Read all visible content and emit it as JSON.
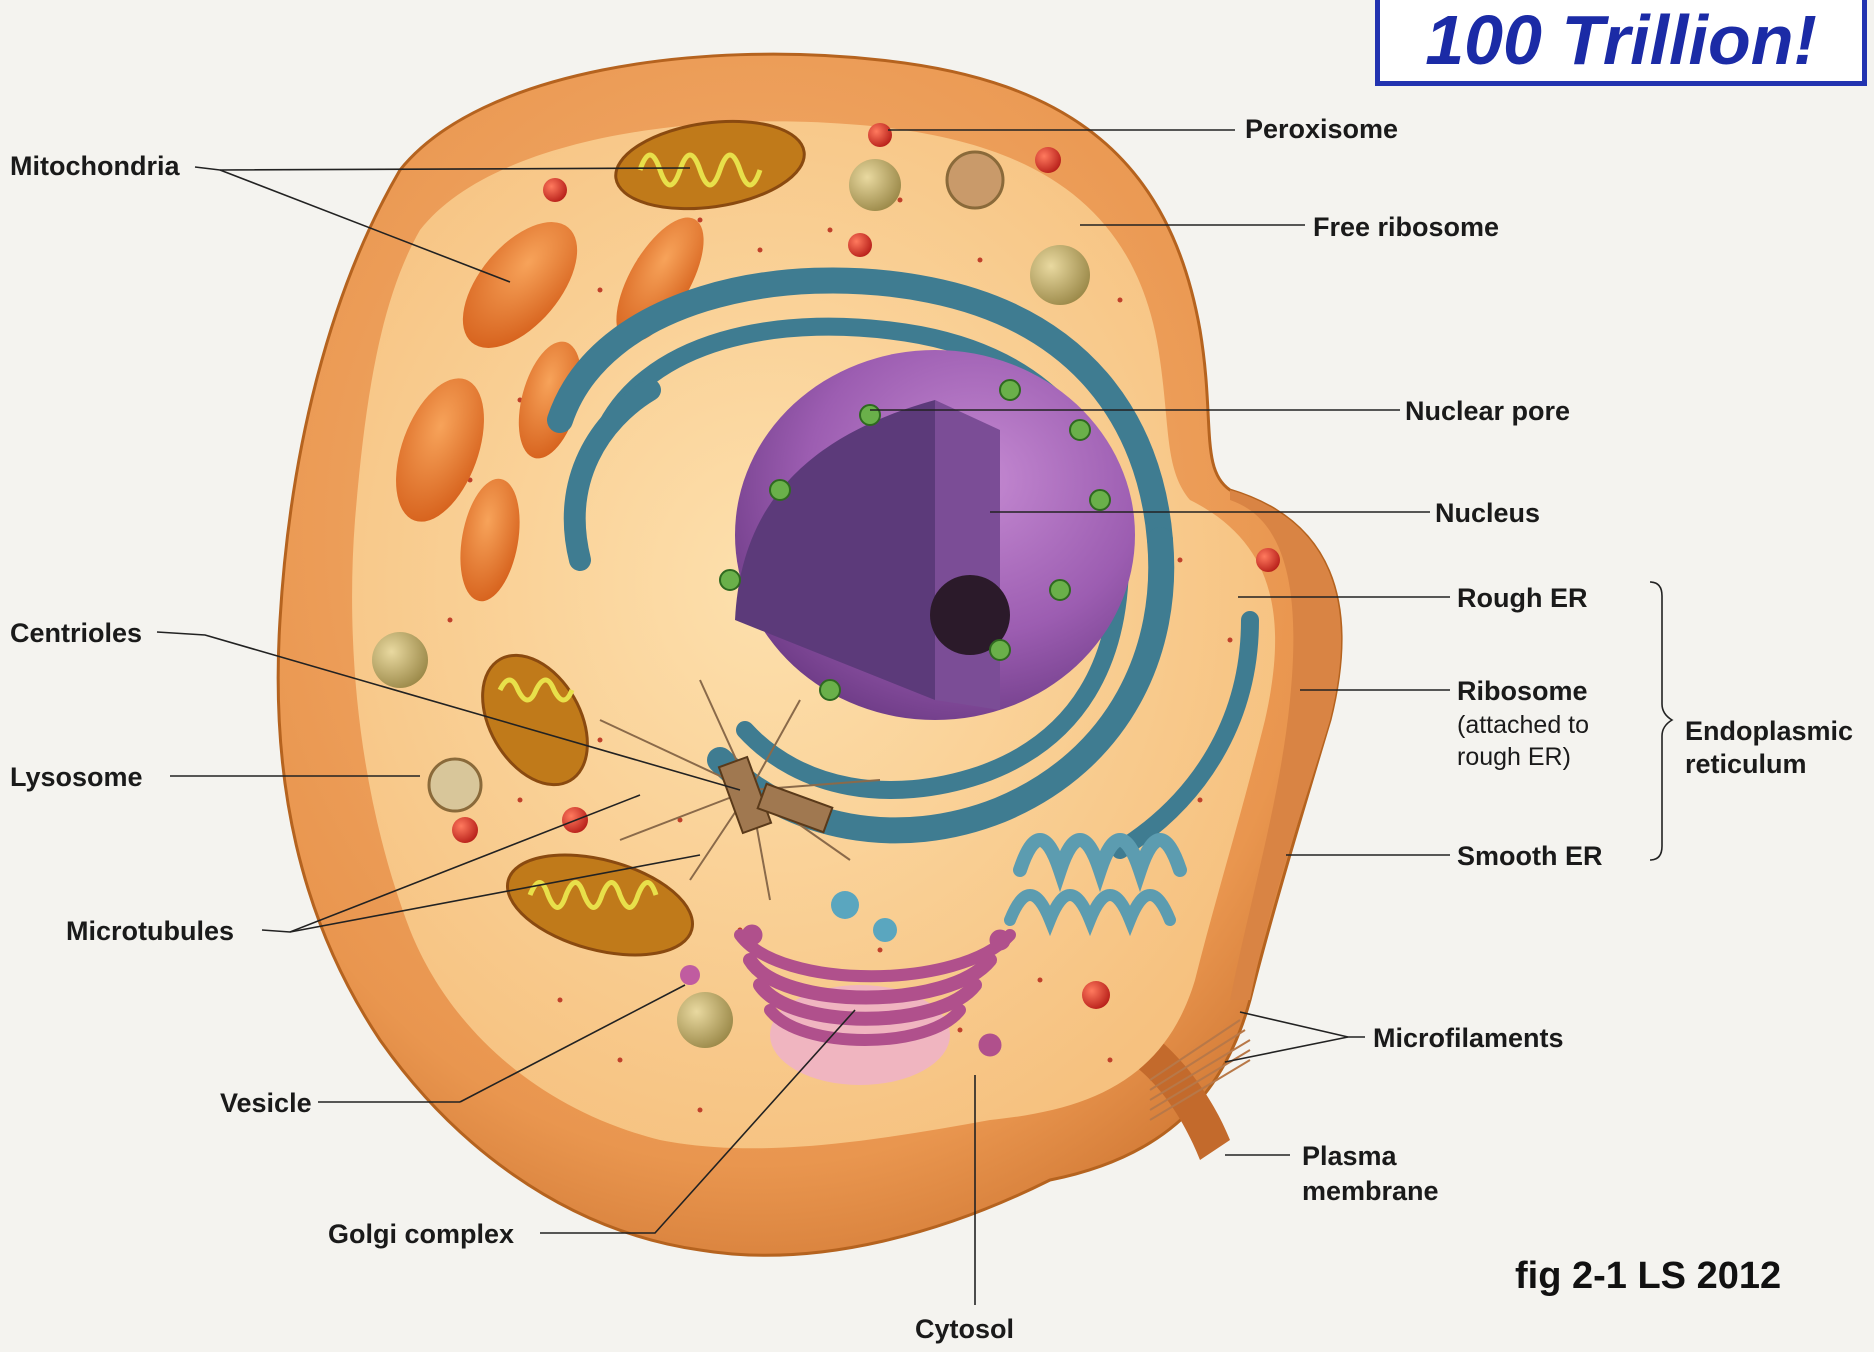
{
  "callout": {
    "text": "100 Trillion!"
  },
  "figure_ref": "fig 2-1 LS 2012",
  "labels": {
    "mitochondria": "Mitochondria",
    "peroxisome": "Peroxisome",
    "free_ribosome": "Free ribosome",
    "nuclear_pore": "Nuclear pore",
    "nucleus": "Nucleus",
    "rough_er": "Rough ER",
    "ribosome": "Ribosome",
    "ribosome_note_1": "(attached to",
    "ribosome_note_2": "rough ER)",
    "er_group_1": "Endoplasmic",
    "er_group_2": "reticulum",
    "smooth_er": "Smooth ER",
    "centrioles": "Centrioles",
    "lysosome": "Lysosome",
    "microtubules": "Microtubules",
    "vesicle": "Vesicle",
    "golgi": "Golgi complex",
    "cytosol": "Cytosol",
    "microfilaments": "Microfilaments",
    "plasma_1": "Plasma",
    "plasma_2": "membrane"
  },
  "colors": {
    "membrane": "#e9964f",
    "cytoplasm": "#f8c98a",
    "er": "#4d8a9c",
    "nucleus": "#8a4f9e",
    "nucleus_inner": "#6a3f8c",
    "mitochondria": "#e6762a",
    "golgi": "#b0508c",
    "peroxisome": "#d83a2a",
    "callout_border": "#2233b0",
    "callout_text": "#1b2ba6"
  }
}
